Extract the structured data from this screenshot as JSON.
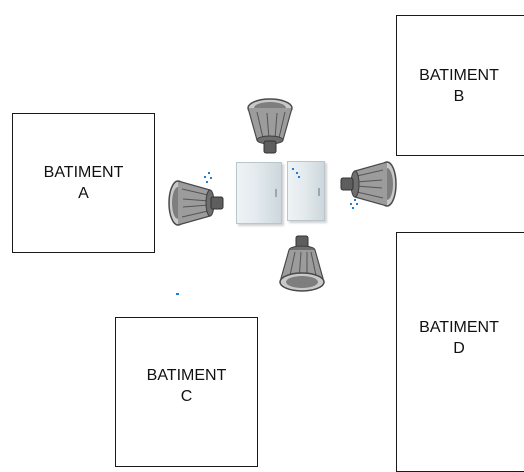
{
  "buildings": {
    "a": {
      "line1": "BATIMENT",
      "line2": "A"
    },
    "b": {
      "line1": "BATIMENT",
      "line2": "B"
    },
    "c": {
      "line1": "BATIMENT",
      "line2": "C"
    },
    "d": {
      "line1": "BATIMENT",
      "line2": "D"
    }
  },
  "devices": {
    "speaker_icon": "horn-speaker-icon",
    "cabinet_icon": "electrical-cabinet-icon",
    "accent_color": "#1e7fd6",
    "speaker_body_color": "#8a8a8a"
  }
}
